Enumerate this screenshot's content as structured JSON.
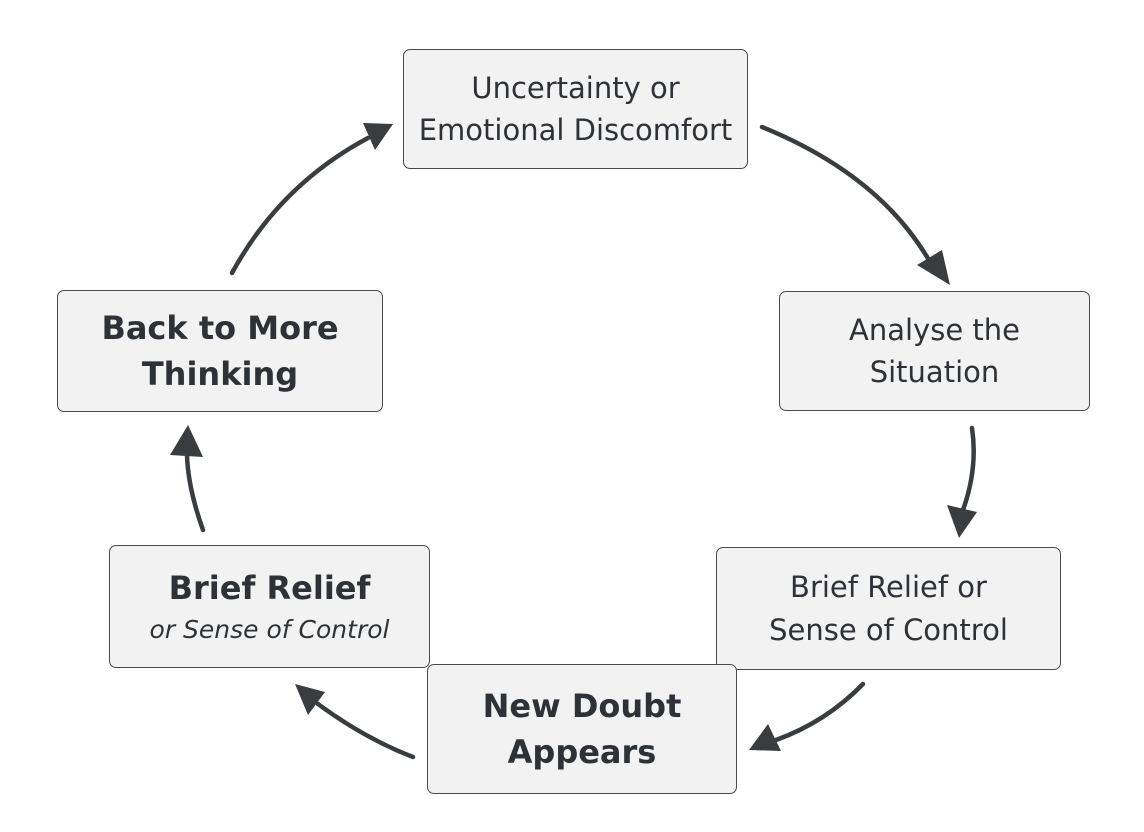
{
  "diagram": {
    "nodes": [
      {
        "id": "uncertainty",
        "lines": [
          "Uncertainty or",
          "Emotional Discomfort"
        ]
      },
      {
        "id": "analyse",
        "lines": [
          "Analyse the",
          "Situation"
        ]
      },
      {
        "id": "relief_right",
        "lines": [
          "Brief Relief or",
          "Sense of Control"
        ]
      },
      {
        "id": "new_doubt",
        "lines": [
          "New Doubt",
          "Appears"
        ]
      },
      {
        "id": "relief_left",
        "lines": [
          "Brief Relief",
          "or Sense of Control"
        ]
      },
      {
        "id": "back",
        "lines": [
          "Back to More",
          "Thinking"
        ]
      }
    ],
    "edges": [
      {
        "from": "uncertainty",
        "to": "analyse"
      },
      {
        "from": "analyse",
        "to": "relief_right"
      },
      {
        "from": "relief_right",
        "to": "new_doubt"
      },
      {
        "from": "new_doubt",
        "to": "relief_left"
      },
      {
        "from": "relief_left",
        "to": "back"
      },
      {
        "from": "back",
        "to": "uncertainty"
      }
    ],
    "colors": {
      "node_fill": "#f2f2f2",
      "node_border": "#4a4a4a",
      "text": "#2e3236",
      "arrow": "#3a3d40"
    }
  }
}
